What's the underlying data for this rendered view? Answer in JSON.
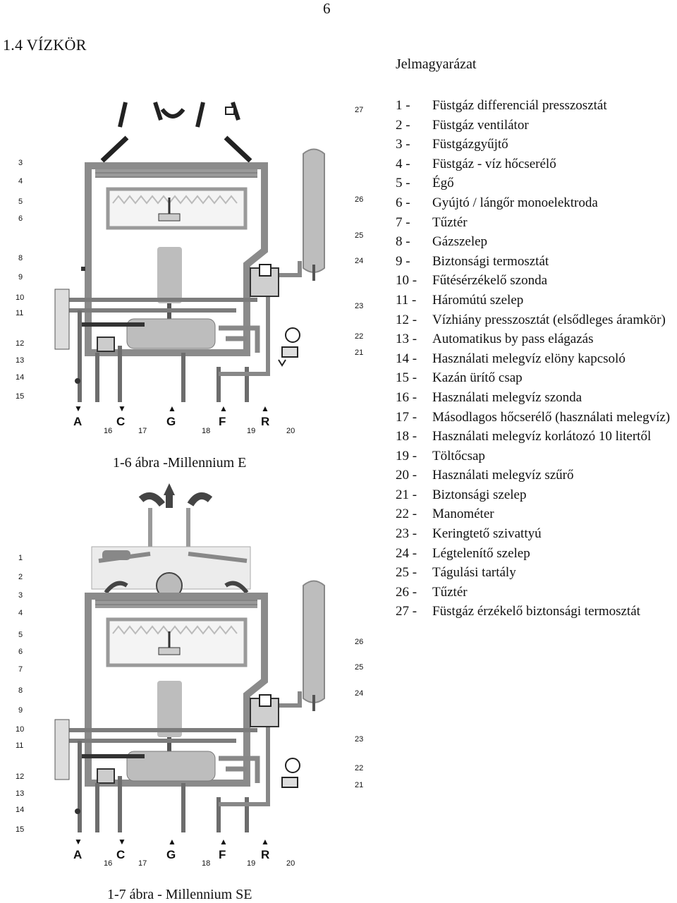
{
  "page": {
    "page_number": "6",
    "section_title": "1.4  VÍZKÖR",
    "legend_title": "Jelmagyarázat"
  },
  "figures": [
    {
      "caption": "1-6 ábra -Millennium E",
      "callouts_left": [
        "3",
        "4",
        "5",
        "6",
        "8",
        "9",
        "10",
        "11",
        "12",
        "13",
        "14",
        "15"
      ],
      "callouts_right": [
        "27",
        "26",
        "25",
        "24",
        "23",
        "22",
        "21"
      ],
      "callouts_bottom": [
        "16",
        "17",
        "18",
        "19",
        "20"
      ],
      "ports": [
        "A",
        "C",
        "G",
        "F",
        "R"
      ]
    },
    {
      "caption": "1-7 ábra - Millennium SE",
      "callouts_left": [
        "1",
        "2",
        "3",
        "4",
        "5",
        "6",
        "7",
        "8",
        "9",
        "10",
        "11",
        "12",
        "13",
        "14",
        "15"
      ],
      "callouts_right": [
        "26",
        "25",
        "24",
        "23",
        "22",
        "21"
      ],
      "callouts_bottom": [
        "16",
        "17",
        "18",
        "19",
        "20"
      ],
      "ports": [
        "A",
        "C",
        "G",
        "F",
        "R"
      ]
    }
  ],
  "legend": [
    {
      "num": "1 -",
      "text": "Füstgáz differenciál presszosztát"
    },
    {
      "num": "2 -",
      "text": "Füstgáz ventilátor"
    },
    {
      "num": "3 -",
      "text": "Füstgázgyűjtő"
    },
    {
      "num": "4 -",
      "text": "Füstgáz - víz hőcserélő"
    },
    {
      "num": "5 -",
      "text": "Égő"
    },
    {
      "num": "6 -",
      "text": "Gyújtó / lángőr monoelektroda"
    },
    {
      "num": "7 -",
      "text": "Tűztér"
    },
    {
      "num": "8 -",
      "text": "Gázszelep"
    },
    {
      "num": "9 -",
      "text": "Biztonsági termosztát"
    },
    {
      "num": "10 -",
      "text": "Fűtésérzékelő szonda"
    },
    {
      "num": "11 -",
      "text": "Háromútú szelep"
    },
    {
      "num": "12 -",
      "text": "Vízhiány presszosztát (elsődleges áramkör)"
    },
    {
      "num": "13 -",
      "text": "Automatikus by pass elágazás"
    },
    {
      "num": "14 -",
      "text": "Használati melegvíz elöny kapcsoló"
    },
    {
      "num": "15 -",
      "text": "Kazán ürítő csap"
    },
    {
      "num": "16 -",
      "text": "Használati melegvíz szonda"
    },
    {
      "num": "17 -",
      "text": "Másodlagos hőcserélő (használati melegvíz)"
    },
    {
      "num": "18 -",
      "text": "Használati melegvíz korlátozó 10 litertől"
    },
    {
      "num": "19 -",
      "text": "Töltőcsap"
    },
    {
      "num": "20 -",
      "text": "Használati melegvíz szűrő"
    },
    {
      "num": "21 -",
      "text": "Biztonsági szelep"
    },
    {
      "num": "22 -",
      "text": "Manométer"
    },
    {
      "num": "23 -",
      "text": "Keringtető szivattyú"
    },
    {
      "num": "24 -",
      "text": "Légtelenítő szelep"
    },
    {
      "num": "25 -",
      "text": "Tágulási tartály"
    },
    {
      "num": "26 -",
      "text": "Tűztér"
    },
    {
      "num": "27 -",
      "text": "Füstgáz érzékelő biztonsági termosztát"
    }
  ]
}
